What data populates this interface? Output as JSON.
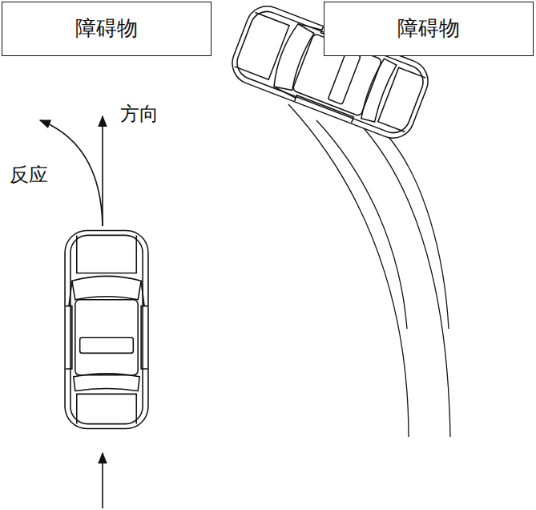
{
  "diagram": {
    "nodes": [
      {
        "text": [
          "障碍物"
        ]
      },
      {
        "text": [
          "障碍物"
        ]
      }
    ],
    "labels": [
      "方向",
      "反应"
    ]
  }
}
